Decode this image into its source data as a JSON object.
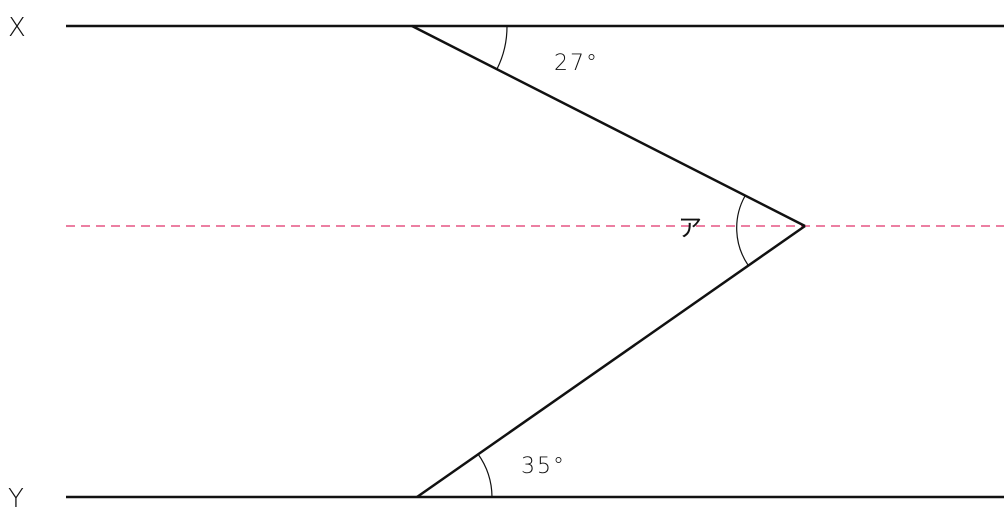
{
  "figure": {
    "line_x_label": "X",
    "line_y_label": "Y",
    "top_angle_label": "27°",
    "bottom_angle_label": "35°",
    "unknown_angle_label": "ア",
    "auxiliary_line_color": "#e0336b",
    "line_color": "#111111"
  }
}
